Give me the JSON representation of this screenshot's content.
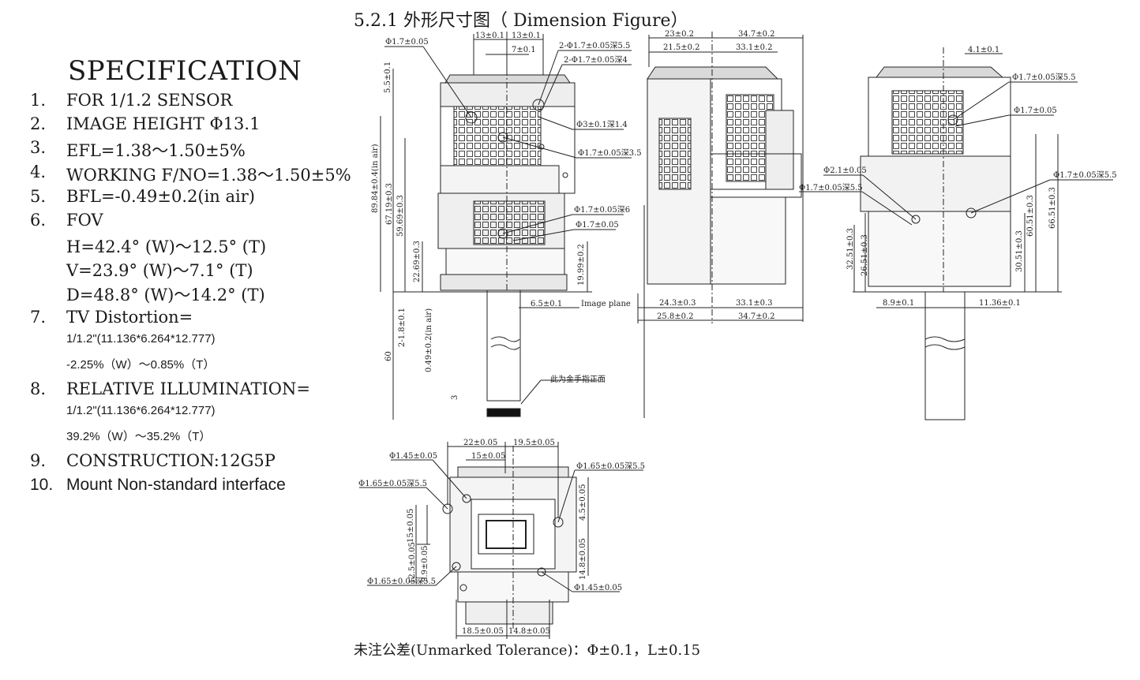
{
  "spec": {
    "title": "SPECIFICATION",
    "items": [
      {
        "num": "1.",
        "text": "FOR 1/1.2  SENSOR"
      },
      {
        "num": "2.",
        "text": "IMAGE HEIGHT Φ13.1"
      },
      {
        "num": "3.",
        "text": "EFL=1.38～1.50±5%"
      },
      {
        "num": "4.",
        "text": "WORKING F/NO=1.38～1.50±5%"
      },
      {
        "num": "5.",
        "text": "BFL=-0.49±0.2(in air)"
      },
      {
        "num": "6.",
        "text": "FOV"
      },
      {
        "num": "7.",
        "text": "TV Distortion="
      },
      {
        "num": "8.",
        "text": "RELATIVE ILLUMINATION="
      },
      {
        "num": "9.",
        "text": "CONSTRUCTION:12G5P"
      },
      {
        "num": "10.",
        "text": "Mount  Non-standard interface"
      }
    ],
    "fov_h": "H=42.4° (W)～12.5° (T)",
    "fov_v": "V=23.9° (W)～7.1° (T)",
    "fov_d": "D=48.8° (W)～14.2° (T)",
    "distortion_format": "1/1.2\"(11.136*6.264*12.777)",
    "distortion_values": "-2.25%（W）～0.85%（T）",
    "illumination_format": "1/1.2\"(11.136*6.264*12.777)",
    "illumination_values": "39.2%（W）～35.2%（T）"
  },
  "figure": {
    "title": "5.2.1 外形尺寸图（ Dimension Figure）",
    "footer": "未注公差(Unmarked Tolerance)：Φ±0.1，L±0.15",
    "front": {
      "d13a": "13±0.1",
      "d13b": "13±0.1",
      "d7": "7±0.1",
      "hole1": "Φ1.7±0.05",
      "hole2": "2-Φ1.7±0.05深5.5",
      "hole3": "2-Φ1.7±0.05深4",
      "hole4": "Φ3±0.1深1.4",
      "hole5": "Φ1.7±0.05深3.5",
      "hole6": "Φ1.7±0.05深6",
      "hole7": "Φ1.7±0.05",
      "v55": "5.5±0.1",
      "v8984": "89.84±0.4(in air)",
      "v6719": "67.19±0.3",
      "v5969": "59.69±0.3",
      "v2269": "22.69±0.3",
      "v1999": "19.99±0.2",
      "v65": "6.5±0.1",
      "image_plane": "Image plane",
      "v218": "2-1.8±0.1",
      "v049": "0.49±0.2(in air)",
      "v60": "60",
      "v3": "3",
      "gold": "此为金手指正面"
    },
    "side": {
      "d23": "23±0.2",
      "d347": "34.7±0.2",
      "d215": "21.5±0.2",
      "d331": "33.1±0.2",
      "b243": "24.3±0.3",
      "b331": "33.1±0.3",
      "b258": "25.8±0.2",
      "b347": "34.7±0.2"
    },
    "right": {
      "d41": "4.1±0.1",
      "h1": "Φ1.7±0.05深5.5",
      "h2": "Φ1.7±0.05",
      "h3": "Φ1.7±0.05深5.5",
      "h4": "Φ2.1±0.05",
      "h5": "Φ1.7±0.05深5.5",
      "v6651": "66.51±0.3",
      "v6051": "60.51±0.3",
      "v3051": "30.51±0.3",
      "v3251": "32.51±0.3",
      "v2651": "26.51±0.3",
      "b89": "8.9±0.1",
      "b1136": "11.36±0.1"
    },
    "bottom": {
      "d22": "22±0.05",
      "d195": "19.5±0.05",
      "d15": "15±0.05",
      "h1": "Φ1.45±0.05",
      "h2": "Φ1.65±0.05深5.5",
      "h3": "Φ1.65±0.05深5.5",
      "h4": "Φ1.65±0.05深5.5",
      "h5": "Φ1.45±0.05",
      "v15": "15±0.05",
      "v125": "12.5±0.05",
      "v99": "9.9±0.05",
      "v45": "4.5±0.05",
      "v148": "14.8±0.05",
      "b185": "18.5±0.05",
      "b148": "14.8±0.05"
    }
  }
}
